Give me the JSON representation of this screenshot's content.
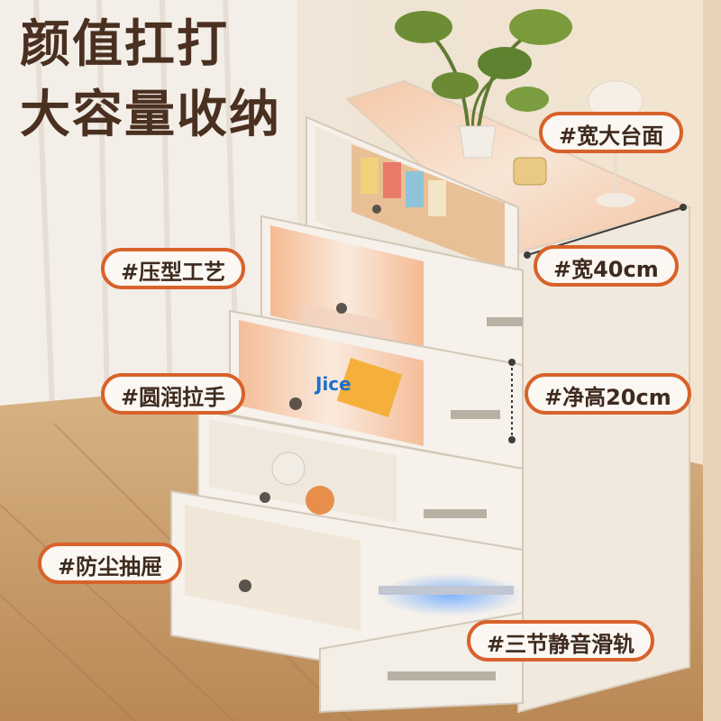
{
  "headline": {
    "line1": "颜值扛打",
    "line2": "大容量收纳"
  },
  "tags": {
    "tabletop": "#宽大台面",
    "width": "#宽40cm",
    "pressed": "#压型工艺",
    "height": "#净高20cm",
    "handle": "#圆润拉手",
    "dustproof": "#防尘抽屉",
    "rail": "#三节静音滑轨"
  },
  "drawer_labels": {
    "snack_box": "Jice"
  },
  "colors": {
    "accent": "#d8622b",
    "headline": "#4a3020",
    "cabinet": "#f3ebe0",
    "floor": "#c69a68"
  }
}
